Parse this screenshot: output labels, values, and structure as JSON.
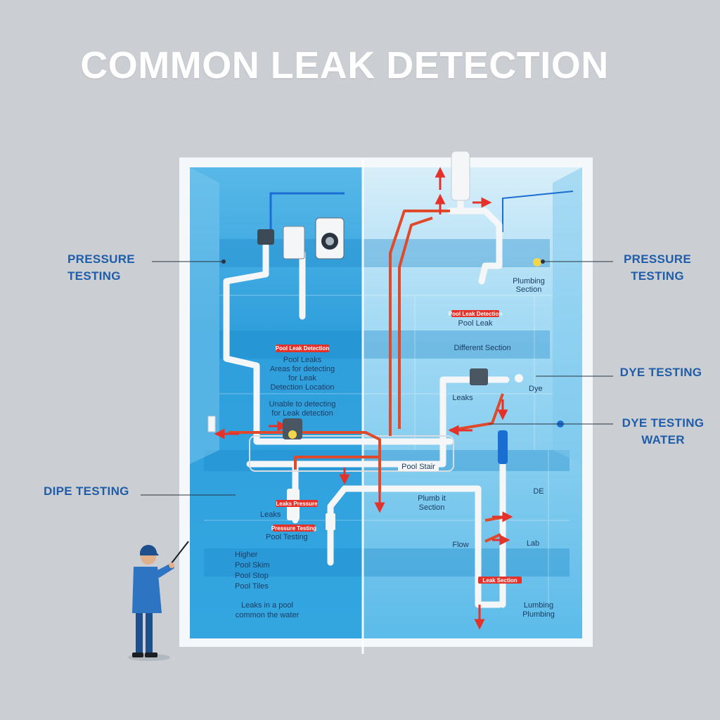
{
  "title": "COMMON LEAK DETECTION",
  "callouts": {
    "left_pressure": "PRESSURE TESTING",
    "left_dipe": "DIPE TESTING",
    "right_pressure": "PRESSURE TESTING",
    "right_dye": "DYE TESTING",
    "right_dye_water": "DYE TESTING WATER"
  },
  "left_panel": {
    "tag_top": "Pool Leak Detection",
    "note_top": [
      "Pool Leaks",
      "Areas for detecting",
      "for Leak",
      "Detection Location"
    ],
    "note_middle": [
      "Unable to detecting",
      "for Leak detection"
    ],
    "tag_low_1": "Leaks Pressure",
    "note_low_1": "Leaks",
    "tag_low_2": "Pressure Testing",
    "note_low_2": "Pool Testing",
    "list": [
      "Higher",
      "Pool Skim",
      "Pool Stop",
      "Pool Tiles"
    ],
    "footer": [
      "Leaks in a pool",
      "common the water"
    ]
  },
  "right_panel": {
    "note_top": [
      "Plumbing",
      "Section"
    ],
    "tag_mid": "Pool Leak Detection",
    "note_mid": "Pool Leak",
    "note_section": "Different Section",
    "note_leaks": "Leaks",
    "note_dye": "Dye",
    "pump_label": "Pool Stair",
    "note_pump": [
      "Plumb it",
      "Section"
    ],
    "note_flow": "Flow",
    "note_lab": "Lab",
    "tag_low": "Leak Section",
    "note_low": [
      "Lumbing",
      "Plumbing"
    ],
    "note_de": "DE"
  },
  "colors": {
    "background": "#cbced3",
    "water_deep": "#2f9fdc",
    "water_light": "#8ed2f3",
    "pipe": "#f4f6f8",
    "leak_arrow": "#e4322b",
    "callout_text": "#1f5da8"
  }
}
